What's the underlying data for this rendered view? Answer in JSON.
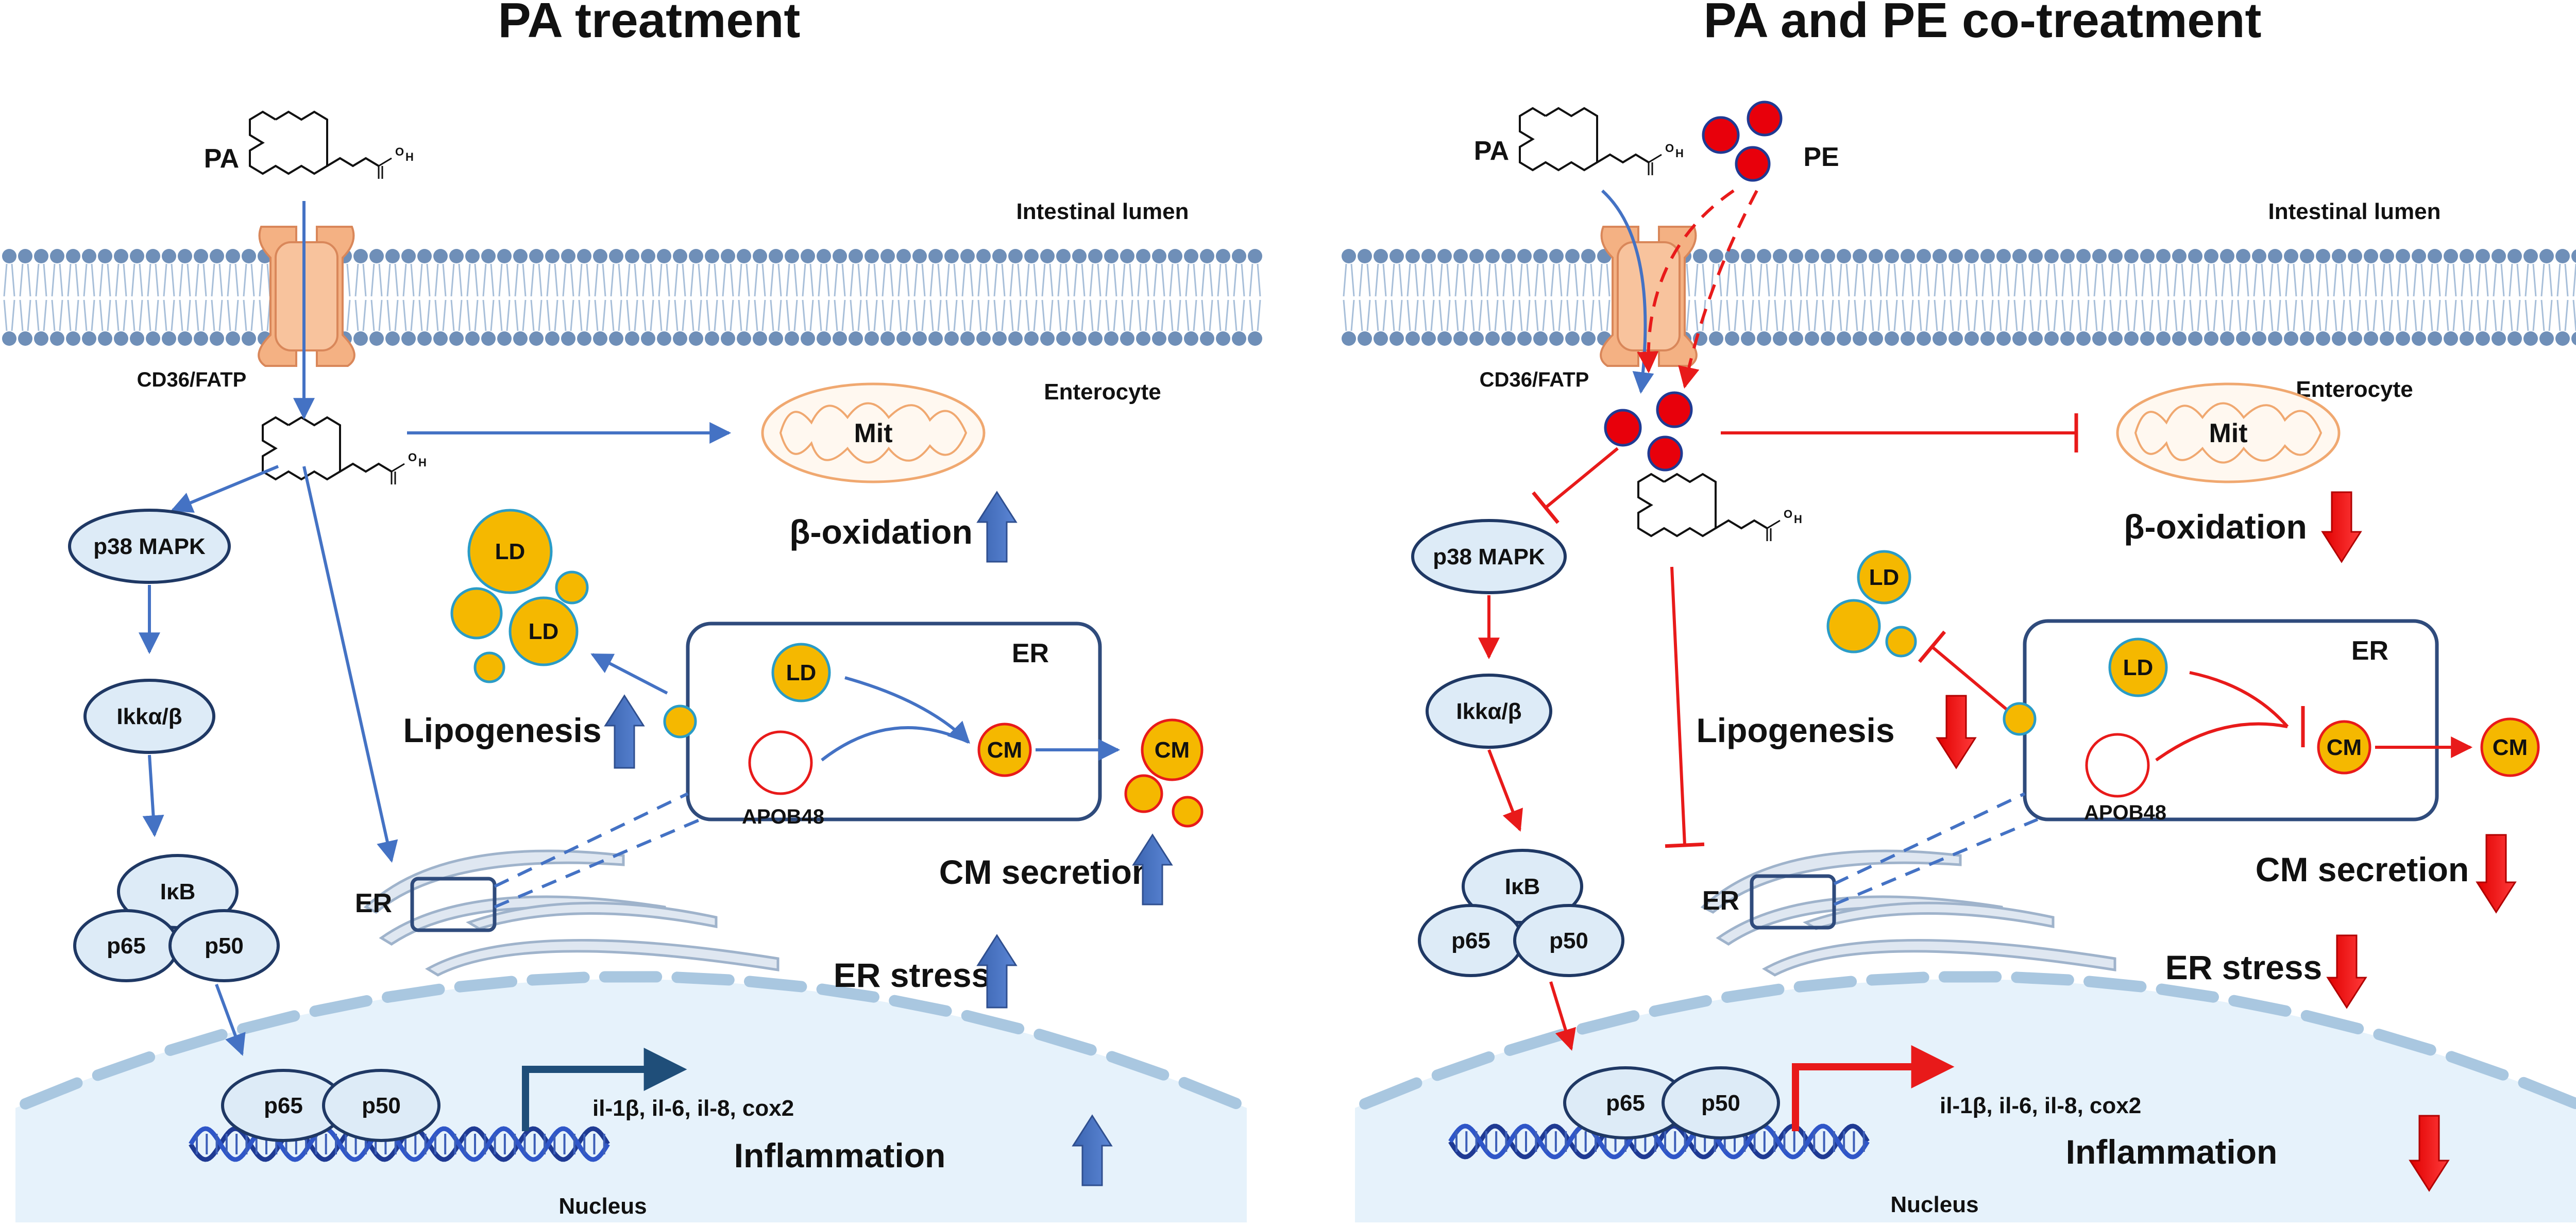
{
  "colors": {
    "blue_arrow": "#4472c4",
    "red_arrow": "#e81a1a",
    "node_fill": "#ddebf7",
    "node_stroke": "#1f3864",
    "lipid_yellow": "#f5b800",
    "er_box": "#2f4b7c",
    "transporter": "#f4b183",
    "mitochondria": "#f0a870",
    "nucleus": "#e6f2fb",
    "membrane_head": "#6f8fb8",
    "pe_particle": "#e8000b"
  },
  "left": {
    "title": "PA treatment",
    "pa_label": "PA",
    "lumen_label": "Intestinal lumen",
    "transporter_label": "CD36/FATP",
    "cell_label": "Enterocyte",
    "mit_label": "Mit",
    "beta_oxidation": "β-oxidation",
    "ld_labels": [
      "LD",
      "LD"
    ],
    "er_box_label": "ER",
    "er_ld": "LD",
    "er_cm": "CM",
    "secreted_cm": "CM",
    "apob48": "APOB48",
    "lipogenesis": "Lipogenesis",
    "cm_secretion": "CM secretion",
    "er_label": "ER",
    "er_stress": "ER stress",
    "p38": "p38 MAPK",
    "ikk": "Ikkα/β",
    "ikb": "IκB",
    "p65": "p65",
    "p50": "p50",
    "nuc_p65": "p65",
    "nuc_p50": "p50",
    "genes": "il-1β, il-6, il-8, cox2",
    "inflammation": "Inflammation",
    "nucleus": "Nucleus",
    "oh": "O",
    "oh_h": "H"
  },
  "right": {
    "title": "PA and PE co-treatment",
    "pa_label": "PA",
    "pe_label": "PE",
    "lumen_label": "Intestinal lumen",
    "transporter_label": "CD36/FATP",
    "cell_label": "Enterocyte",
    "mit_label": "Mit",
    "beta_oxidation": "β-oxidation",
    "ld_labels": [
      "LD"
    ],
    "er_box_label": "ER",
    "er_ld": "LD",
    "er_cm": "CM",
    "secreted_cm": "CM",
    "apob48": "APOB48",
    "lipogenesis": "Lipogenesis",
    "cm_secretion": "CM secretion",
    "er_label": "ER",
    "er_stress": "ER stress",
    "p38": "p38 MAPK",
    "ikk": "Ikkα/β",
    "ikb": "IκB",
    "p65": "p65",
    "p50": "p50",
    "nuc_p65": "p65",
    "nuc_p50": "p50",
    "genes": "il-1β, il-6, il-8, cox2",
    "inflammation": "Inflammation",
    "nucleus": "Nucleus",
    "oh": "O",
    "oh_h": "H"
  }
}
